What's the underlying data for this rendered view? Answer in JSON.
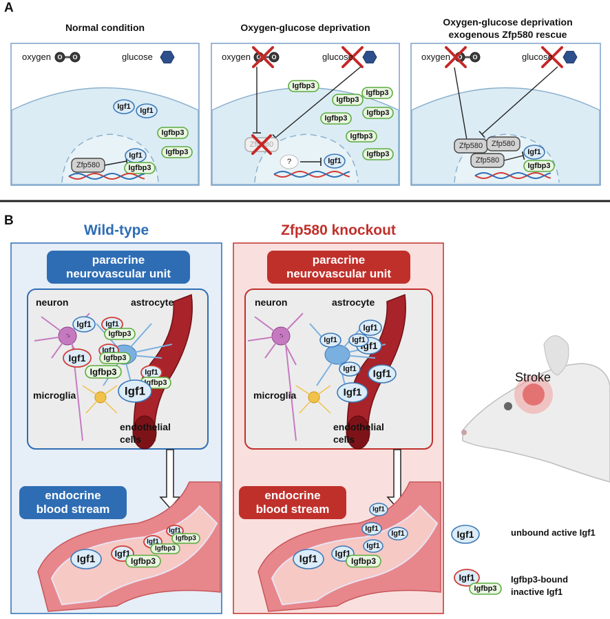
{
  "panel_a": {
    "letter": "A",
    "panels": [
      {
        "title": "Normal condition",
        "oxygen": "oxygen",
        "glucose": "glucose",
        "factors": [
          "Zfp580",
          "Igf1",
          "Igfbp3"
        ]
      },
      {
        "title": "Oxygen-glucose deprivation",
        "oxygen": "oxygen",
        "glucose": "glucose",
        "factors": [
          "Zfp580",
          "Igf1",
          "Igfbp3",
          "?"
        ]
      },
      {
        "title_line1": "Oxygen-glucose deprivation",
        "title_line2": "exogenous Zfp580 rescue",
        "oxygen": "oxygen",
        "glucose": "glucose",
        "factors": [
          "Zfp580",
          "Igf1",
          "Igfbp3"
        ]
      }
    ],
    "o_symbol": "O"
  },
  "panel_b": {
    "letter": "B",
    "conditions": [
      {
        "title": "Wild-type",
        "color": "#2e6db4",
        "light": "#e6eef8",
        "paracrine_line1": "paracrine",
        "paracrine_line2": "neurovascular unit",
        "endocrine_line1": "endocrine",
        "endocrine_line2": "blood stream"
      },
      {
        "title": "Zfp580 knockout",
        "color": "#c0302b",
        "light": "#f9e0de",
        "paracrine_line1": "paracrine",
        "paracrine_line2": "neurovascular unit",
        "endocrine_line1": "endocrine",
        "endocrine_line2": "blood stream"
      }
    ],
    "cells": {
      "neuron": "neuron",
      "astrocyte": "astrocyte",
      "microglia": "microglia",
      "endothelial_line1": "endothelial",
      "endothelial_line2": "cells"
    },
    "igf1": "Igf1",
    "igfbp3": "Igfbp3",
    "stroke": "Stroke",
    "legend": {
      "free_line1": "unbound active Igf1",
      "bound_line1": "Igfbp3-bound",
      "bound_line2": "inactive Igf1"
    }
  },
  "colors": {
    "igf1_fill": "#dcecf8",
    "igf1_stroke": "#3a78b8",
    "bp3_fill": "#eaf6e2",
    "bp3_stroke": "#5aab3e",
    "igf1_bound_stroke": "#d23a34",
    "cell_bg": "#dceef6",
    "panel_border": "#7a9fc8",
    "x_mark": "#c62828"
  }
}
